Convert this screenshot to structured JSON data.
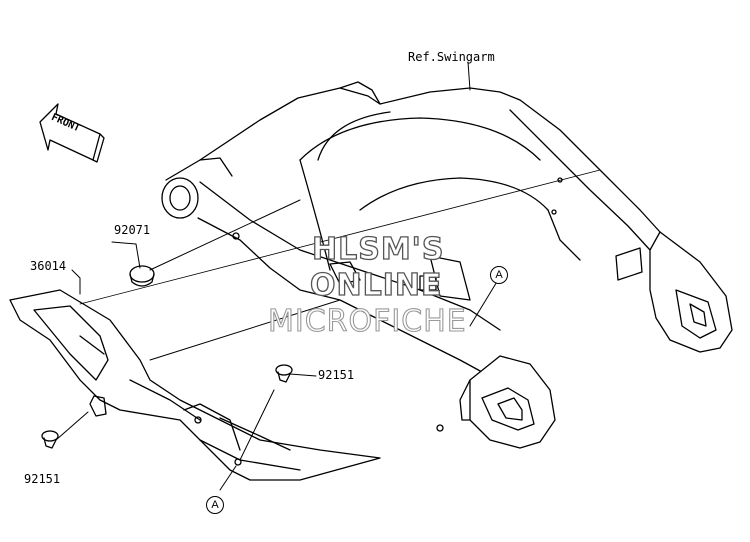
{
  "labels": {
    "ref_swingarm": "Ref.Swingarm",
    "part_92071": "92071",
    "part_36014": "36014",
    "part_92151_right": "92151",
    "part_92151_left": "92151",
    "callout_a": "A",
    "front": "FRONT"
  },
  "watermark": {
    "line1": "HLSM'S",
    "line2": "ONLINE",
    "line3": "MICROFICHE"
  }
}
